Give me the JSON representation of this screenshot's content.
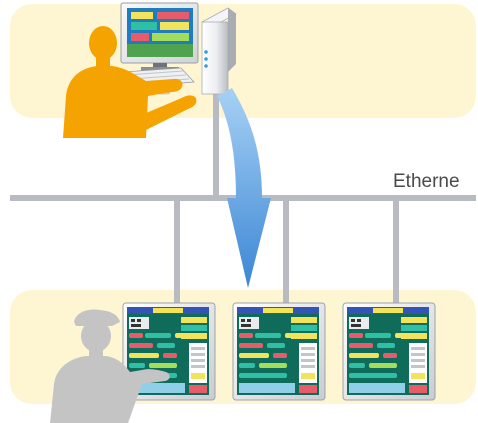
{
  "network": {
    "label": "Etherne"
  },
  "colors": {
    "zone_fill": "#fef6d3",
    "network_line": "#b8bcc2",
    "engineer": "#f5a300",
    "operator": "#c4c4c4",
    "transfer_arrow": "#4a95dd",
    "screen_bg": "#0f6b5a"
  },
  "icons": {
    "engineer": "person-at-computer-icon",
    "operator": "person-at-panel-icon",
    "pc": "desktop-pc-icon",
    "hmi": "touch-panel-icon",
    "arrow": "download-arrow-icon"
  },
  "panels": [
    {
      "id": "panel-1"
    },
    {
      "id": "panel-2"
    },
    {
      "id": "panel-3"
    }
  ]
}
